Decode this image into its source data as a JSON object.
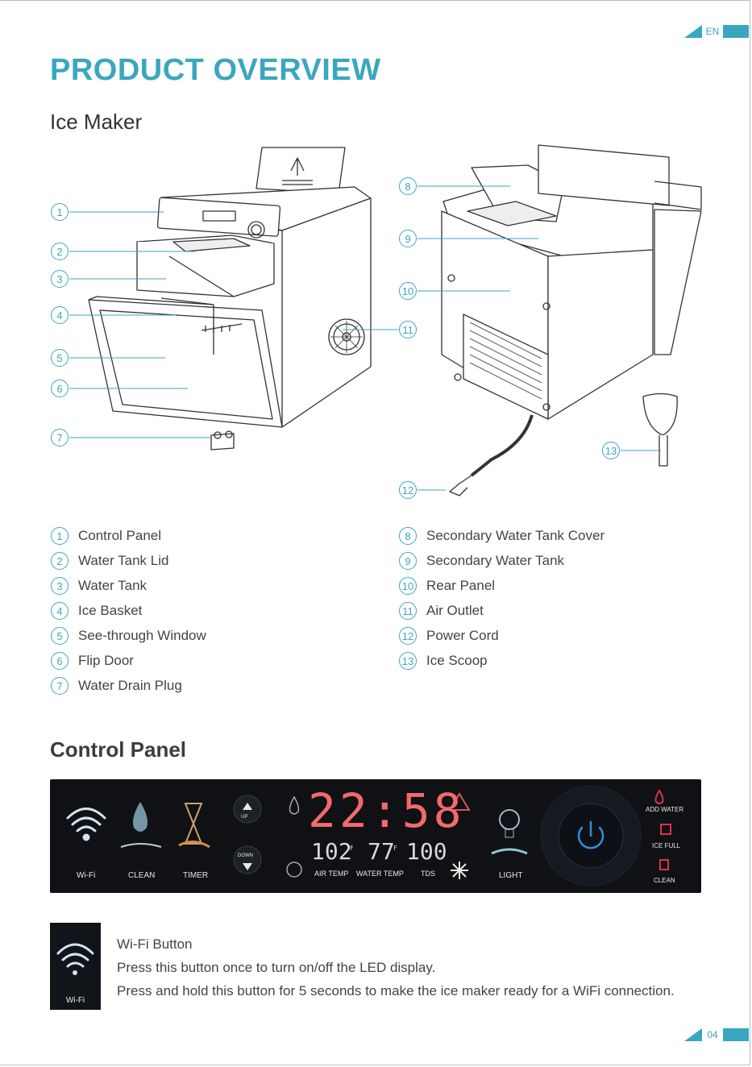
{
  "lang": "EN",
  "title": "PRODUCT OVERVIEW",
  "ice_maker_heading": "Ice Maker",
  "callouts_left": [
    "1",
    "2",
    "3",
    "4",
    "5",
    "6",
    "7"
  ],
  "callouts_right": [
    "8",
    "9",
    "10",
    "11",
    "12",
    "13"
  ],
  "parts_left": [
    {
      "num": "1",
      "label": "Control Panel"
    },
    {
      "num": "2",
      "label": "Water Tank Lid"
    },
    {
      "num": "3",
      "label": "Water Tank"
    },
    {
      "num": "4",
      "label": "Ice Basket"
    },
    {
      "num": "5",
      "label": "See-through Window"
    },
    {
      "num": "6",
      "label": "Flip Door"
    },
    {
      "num": "7",
      "label": "Water Drain Plug"
    }
  ],
  "parts_right": [
    {
      "num": "8",
      "label": "Secondary Water Tank Cover"
    },
    {
      "num": "9",
      "label": "Secondary Water Tank"
    },
    {
      "num": "10",
      "label": "Rear Panel"
    },
    {
      "num": "11",
      "label": "Air Outlet"
    },
    {
      "num": "12",
      "label": "Power Cord"
    },
    {
      "num": "13",
      "label": "Ice Scoop"
    }
  ],
  "control_panel_heading": "Control Panel",
  "panel": {
    "wifi": "Wi-Fi",
    "clean": "CLEAN",
    "timer": "TIMER",
    "up": "UP",
    "down": "DOWN",
    "clock": "22:58",
    "air_temp_value": "102",
    "water_temp_value": "77",
    "tds_value": "100",
    "unit_f": "F",
    "air_temp": "AIR TEMP",
    "water_temp": "WATER TEMP",
    "tds": "TDS",
    "light": "LIGHT",
    "add_water": "ADD WATER",
    "ice_full": "ICE FULL",
    "clean_status": "CLEAN"
  },
  "wifi_thumb_label": "Wi-Fi",
  "wifi_button": {
    "title": "Wi-Fi Button",
    "line1": "Press this button once to turn on/off the LED display.",
    "line2": "Press and hold this button for 5 seconds to make the ice maker ready for a WiFi connection."
  },
  "page_number": "04",
  "colors": {
    "accent": "#3aa7c0",
    "panel_bg": "#0f1114",
    "digits": "#f26a6a"
  }
}
